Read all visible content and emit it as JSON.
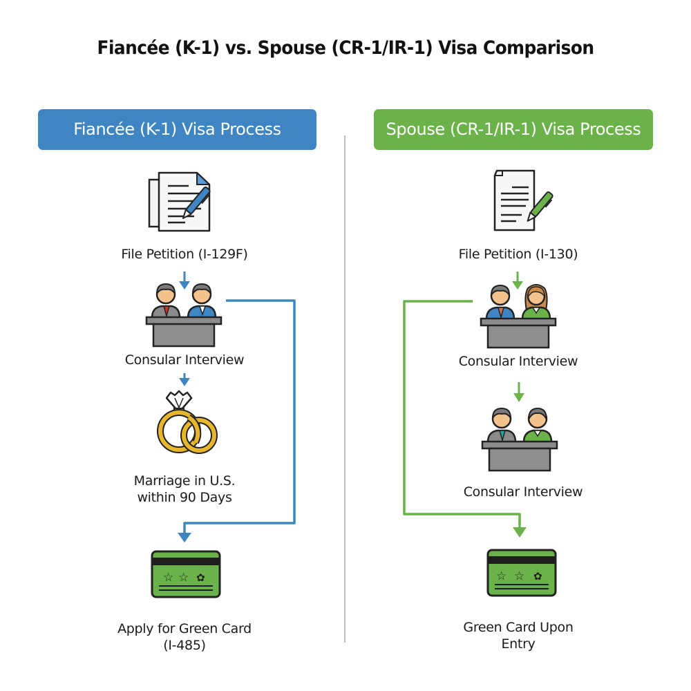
{
  "title": "Fiancée (K-1) vs. Spouse (CR-1/IR-1) Visa Comparison",
  "colors": {
    "k1_accent": "#3e85c1",
    "spouse_accent": "#6cb24a",
    "divider": "#bdbdbd",
    "card_green": "#6cb24a",
    "ring_gold": "#e8b62c"
  },
  "k1": {
    "header": "Fiancée (K-1) Visa Process",
    "steps": [
      {
        "icon": "document-pen-icon",
        "label": "File Petition (I-129F)"
      },
      {
        "icon": "consular-interview-icon",
        "label": "Consular Interview"
      },
      {
        "icon": "wedding-rings-icon",
        "label_line1": "Marriage in U.S.",
        "label_line2": "within 90 Days"
      },
      {
        "icon": "green-card-icon",
        "label_line1": "Apply for Green Card",
        "label_line2": "(I-485)"
      }
    ]
  },
  "spouse": {
    "header": "Spouse (CR-1/IR-1) Visa Process",
    "steps": [
      {
        "icon": "document-pen-icon",
        "label": "File Petition (I-130)"
      },
      {
        "icon": "consular-interview-icon",
        "label": "Consular Interview"
      },
      {
        "icon": "consular-interview-icon",
        "label": "Consular Interview"
      },
      {
        "icon": "green-card-icon",
        "label_line1": "Green Card Upon",
        "label_line2": "Entry"
      }
    ]
  }
}
